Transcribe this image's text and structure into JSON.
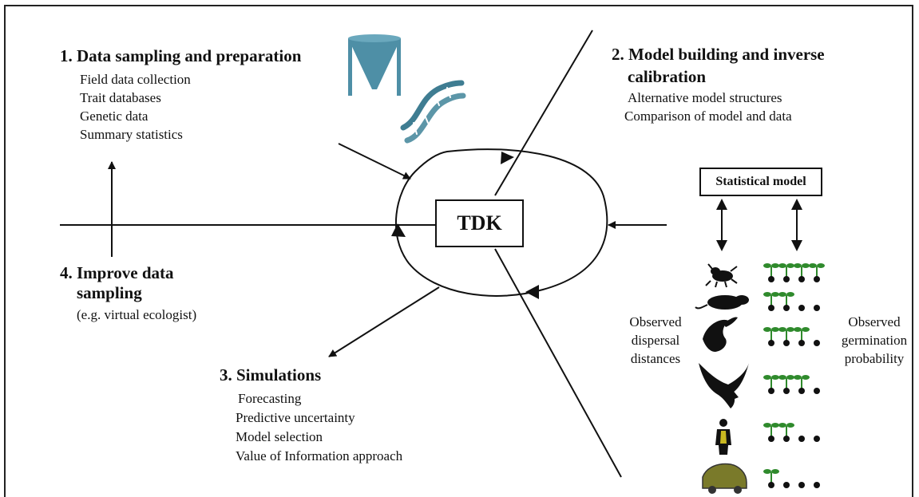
{
  "section1": {
    "title": "1. Data sampling and preparation",
    "items": [
      "Field data collection",
      "Trait databases",
      "Genetic data",
      "Summary statistics"
    ]
  },
  "section2": {
    "title_line1": "2. Model building and inverse",
    "title_line2": "calibration",
    "items": [
      "Alternative model structures",
      "Comparison of model and data"
    ]
  },
  "section3": {
    "title": "3. Simulations",
    "items": [
      "Forecasting",
      "Predictive uncertainty",
      "Model selection",
      "Value of Information approach"
    ]
  },
  "section4": {
    "title_line1": "4. Improve data",
    "title_line2": "sampling",
    "subtitle": "(e.g. virtual ecologist)"
  },
  "center_label": "TDK",
  "statistical_model": "Statistical model",
  "observed_dispersal": [
    "Observed",
    "dispersal",
    "distances"
  ],
  "observed_germination": [
    "Observed",
    "germination",
    "probability"
  ],
  "icons": {
    "top": [
      "funnel-trap-icon",
      "dna-icon"
    ],
    "dispersers": [
      "insect-icon",
      "rodent-icon",
      "small-bird-icon",
      "large-bird-icon",
      "person-icon",
      "car-icon"
    ]
  },
  "colors": {
    "funnel": "#4e8fa6",
    "dna": "#3f7d92",
    "person": "#c9b820",
    "car": "#7a7a2a",
    "seedling": "#2f8a2c",
    "seed": "#111111"
  },
  "germination_sprouts": [
    4,
    2,
    3,
    3,
    2,
    1
  ]
}
